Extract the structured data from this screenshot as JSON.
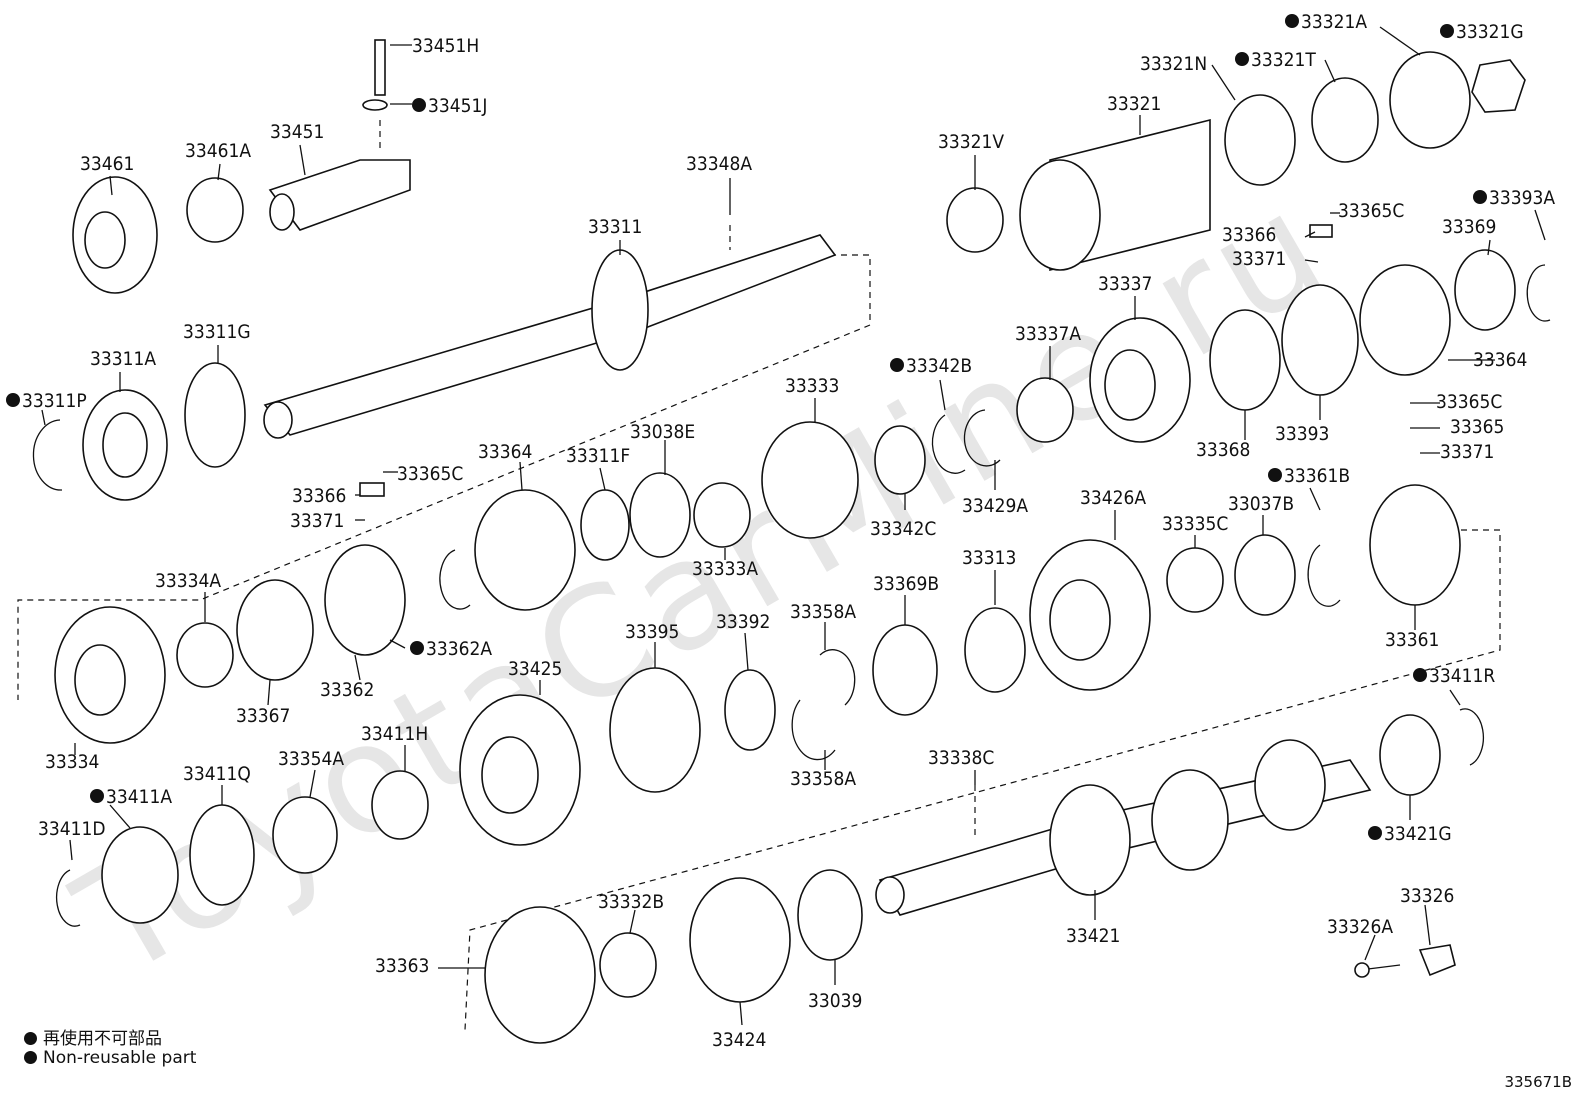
{
  "watermark": "ToyotaCarMine.ru",
  "legend": {
    "line1": "再使用不可部品",
    "line2": "Non-reusable part"
  },
  "diagram_code": "335671B",
  "labels": [
    {
      "id": "33451H",
      "text": "33451H",
      "nr": false
    },
    {
      "id": "33451J",
      "text": "33451J",
      "nr": true
    },
    {
      "id": "33461",
      "text": "33461",
      "nr": false
    },
    {
      "id": "33461A",
      "text": "33461A",
      "nr": false
    },
    {
      "id": "33451",
      "text": "33451",
      "nr": false
    },
    {
      "id": "33348A",
      "text": "33348A",
      "nr": false
    },
    {
      "id": "33311",
      "text": "33311",
      "nr": false
    },
    {
      "id": "33311A",
      "text": "33311A",
      "nr": false
    },
    {
      "id": "33311G",
      "text": "33311G",
      "nr": false
    },
    {
      "id": "33311P",
      "text": "33311P",
      "nr": true
    },
    {
      "id": "33321A",
      "text": "33321A",
      "nr": true
    },
    {
      "id": "33321G",
      "text": "33321G",
      "nr": true
    },
    {
      "id": "33321N",
      "text": "33321N",
      "nr": false
    },
    {
      "id": "33321T",
      "text": "33321T",
      "nr": true
    },
    {
      "id": "33321",
      "text": "33321",
      "nr": false
    },
    {
      "id": "33321V",
      "text": "33321V",
      "nr": false
    },
    {
      "id": "33365C-a",
      "text": "33365C",
      "nr": false
    },
    {
      "id": "33366-a",
      "text": "33366",
      "nr": false
    },
    {
      "id": "33371-a",
      "text": "33371",
      "nr": false
    },
    {
      "id": "33369",
      "text": "33369",
      "nr": false
    },
    {
      "id": "33393A",
      "text": "33393A",
      "nr": true
    },
    {
      "id": "33337",
      "text": "33337",
      "nr": false
    },
    {
      "id": "33337A",
      "text": "33337A",
      "nr": false
    },
    {
      "id": "33342B",
      "text": "33342B",
      "nr": true
    },
    {
      "id": "33364-a",
      "text": "33364",
      "nr": false
    },
    {
      "id": "33368",
      "text": "33368",
      "nr": false
    },
    {
      "id": "33393",
      "text": "33393",
      "nr": false
    },
    {
      "id": "33365C-b",
      "text": "33365C",
      "nr": false
    },
    {
      "id": "33365",
      "text": "33365",
      "nr": false
    },
    {
      "id": "33371-b",
      "text": "33371",
      "nr": false
    },
    {
      "id": "33333",
      "text": "33333",
      "nr": false
    },
    {
      "id": "33342C",
      "text": "33342C",
      "nr": false
    },
    {
      "id": "33429A",
      "text": "33429A",
      "nr": false
    },
    {
      "id": "33364-b",
      "text": "33364",
      "nr": false
    },
    {
      "id": "33311F",
      "text": "33311F",
      "nr": false
    },
    {
      "id": "33038E",
      "text": "33038E",
      "nr": false
    },
    {
      "id": "33333A",
      "text": "33333A",
      "nr": false
    },
    {
      "id": "33365C-c",
      "text": "33365C",
      "nr": false
    },
    {
      "id": "33366-b",
      "text": "33366",
      "nr": false
    },
    {
      "id": "33371-c",
      "text": "33371",
      "nr": false
    },
    {
      "id": "33361B",
      "text": "33361B",
      "nr": true
    },
    {
      "id": "33426A",
      "text": "33426A",
      "nr": false
    },
    {
      "id": "33335C",
      "text": "33335C",
      "nr": false
    },
    {
      "id": "33037B",
      "text": "33037B",
      "nr": false
    },
    {
      "id": "33313",
      "text": "33313",
      "nr": false
    },
    {
      "id": "33369B",
      "text": "33369B",
      "nr": false
    },
    {
      "id": "33361",
      "text": "33361",
      "nr": false
    },
    {
      "id": "33334A",
      "text": "33334A",
      "nr": false
    },
    {
      "id": "33362A",
      "text": "33362A",
      "nr": true
    },
    {
      "id": "33362",
      "text": "33362",
      "nr": false
    },
    {
      "id": "33367",
      "text": "33367",
      "nr": false
    },
    {
      "id": "33334",
      "text": "33334",
      "nr": false
    },
    {
      "id": "33425",
      "text": "33425",
      "nr": false
    },
    {
      "id": "33395",
      "text": "33395",
      "nr": false
    },
    {
      "id": "33392",
      "text": "33392",
      "nr": false
    },
    {
      "id": "33358A-a",
      "text": "33358A",
      "nr": false
    },
    {
      "id": "33358A-b",
      "text": "33358A",
      "nr": false
    },
    {
      "id": "33411R",
      "text": "33411R",
      "nr": true
    },
    {
      "id": "33338C",
      "text": "33338C",
      "nr": false
    },
    {
      "id": "33411A",
      "text": "33411A",
      "nr": true
    },
    {
      "id": "33411Q",
      "text": "33411Q",
      "nr": false
    },
    {
      "id": "33354A",
      "text": "33354A",
      "nr": false
    },
    {
      "id": "33411H",
      "text": "33411H",
      "nr": false
    },
    {
      "id": "33411D",
      "text": "33411D",
      "nr": false
    },
    {
      "id": "33421G",
      "text": "33421G",
      "nr": true
    },
    {
      "id": "33332B",
      "text": "33332B",
      "nr": false
    },
    {
      "id": "33326",
      "text": "33326",
      "nr": false
    },
    {
      "id": "33326A",
      "text": "33326A",
      "nr": false
    },
    {
      "id": "33421",
      "text": "33421",
      "nr": false
    },
    {
      "id": "33363",
      "text": "33363",
      "nr": false
    },
    {
      "id": "33039",
      "text": "33039",
      "nr": false
    },
    {
      "id": "33424",
      "text": "33424",
      "nr": false
    }
  ]
}
